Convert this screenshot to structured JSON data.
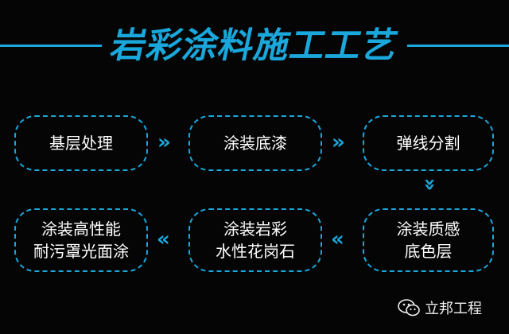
{
  "title": "岩彩涂料施工工艺",
  "steps": [
    {
      "label": "基层处理"
    },
    {
      "label": "涂装底漆"
    },
    {
      "label": "弹线分割"
    },
    {
      "label": "涂装质感\n底色层"
    },
    {
      "label": "涂装岩彩\n水性花岗石"
    },
    {
      "label": "涂装高性能\n耐污罩光面涂"
    }
  ],
  "arrows": {
    "right": "»",
    "left": "«",
    "down": "»"
  },
  "watermark": {
    "text": "立邦工程",
    "icon": "wechat-icon"
  },
  "colors": {
    "accent": "#1aa7dc",
    "background": "#050505",
    "text": "#ffffff"
  }
}
